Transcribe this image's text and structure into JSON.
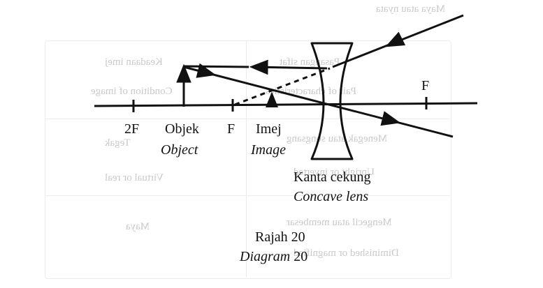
{
  "labels": {
    "twoF": "2F",
    "objek": "Objek",
    "object": "Object",
    "focusLeft": "F",
    "imej": "Imej",
    "image": "Image",
    "focusRight": "F",
    "lensMalay": "Kanta cekung",
    "lensEnglish": "Concave lens",
    "captionMalay": "Rajah 20",
    "captionEnglish": "Diagram 20"
  },
  "bleed_through": {
    "col1_head": "Pasangan sifat",
    "col1_sub": "Pair of characteristics",
    "col2_head": "Keadaan imej",
    "col2_sub": "Condition of image",
    "row1": "Menegak atau songsang",
    "row1b": "Upright or inverted",
    "row1c": "Maya atau nyata",
    "row1d": "Tegak",
    "row1e": "Virtual or real",
    "row2": "Mengecil atau membesar",
    "row2b": "Diminished or magnified",
    "row2c": "Maya"
  }
}
